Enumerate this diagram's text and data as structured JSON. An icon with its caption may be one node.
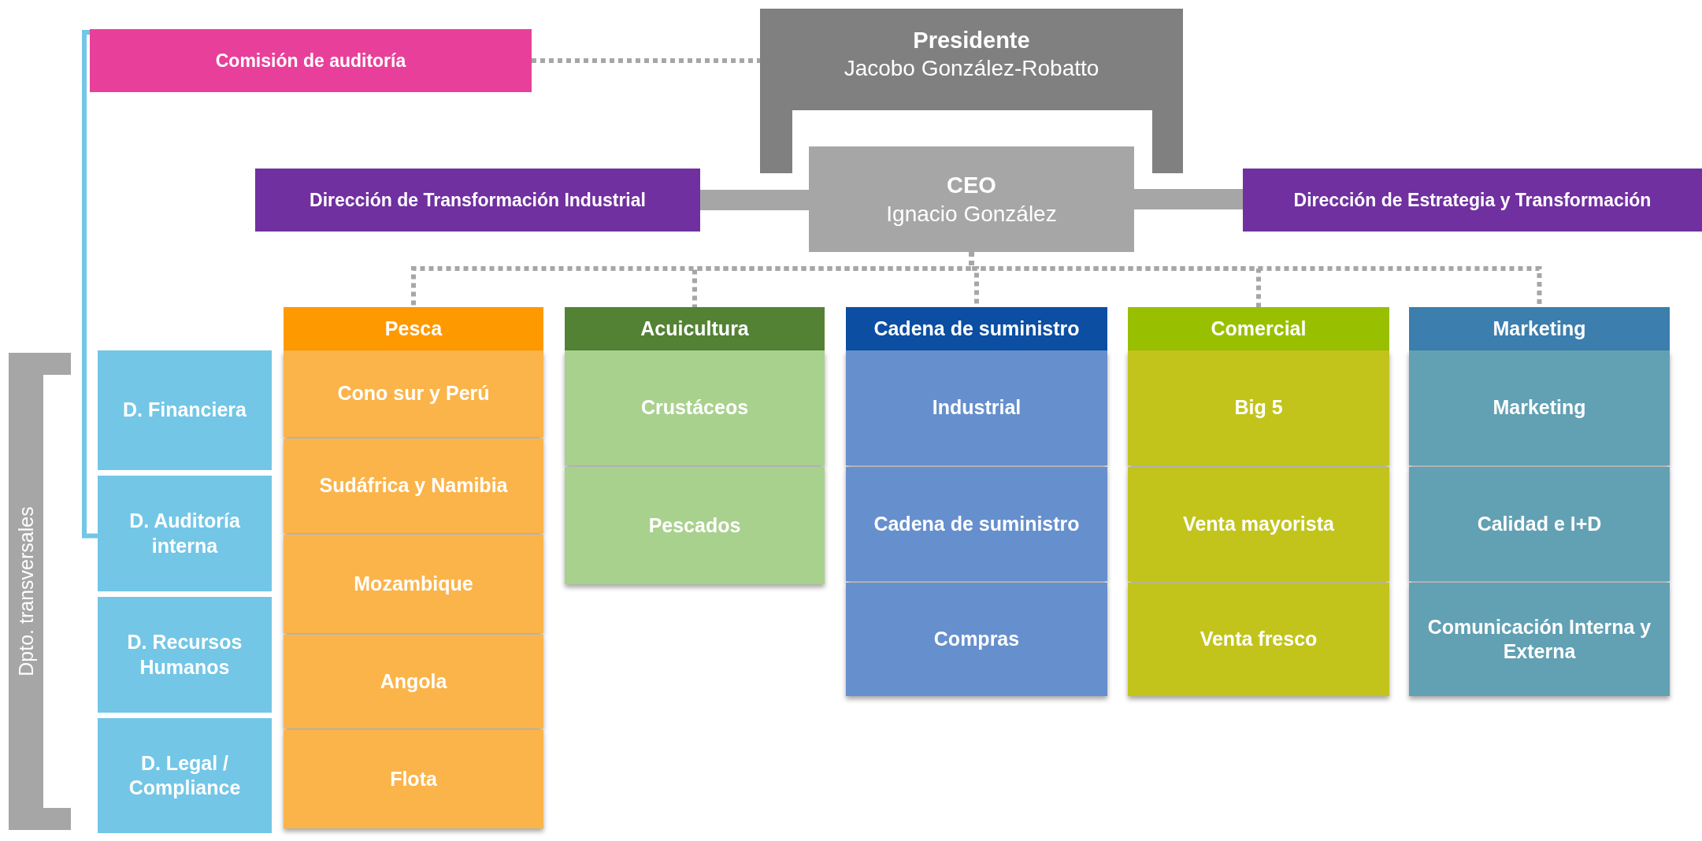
{
  "diagram": {
    "nodes": [
      {
        "text": [
          "Comisión de auditoría"
        ]
      },
      {
        "text": [
          "Presidente",
          "Jacobo González-Robatto"
        ]
      },
      {
        "text": [
          "Dirección de Transformación Industrial"
        ]
      },
      {
        "text": [
          "CEO",
          "Ignacio González"
        ]
      },
      {
        "text": [
          "Dirección de Estrategia y Transformación"
        ]
      },
      {
        "text": [
          "Pesca"
        ]
      },
      {
        "text": [
          "Acuicultura"
        ]
      },
      {
        "text": [
          "Cadena de suministro"
        ]
      },
      {
        "text": [
          "Comercial"
        ]
      },
      {
        "text": [
          "Marketing"
        ]
      },
      {
        "text": [
          "D. Financiera"
        ]
      },
      {
        "text": [
          "D. Auditoría interna"
        ]
      },
      {
        "text": [
          "D. Recursos Humanos"
        ]
      },
      {
        "text": [
          "D. Legal / Compliance"
        ]
      },
      {
        "text": [
          "Cono sur y Perú"
        ]
      },
      {
        "text": [
          "Sudáfrica y Namibia"
        ]
      },
      {
        "text": [
          "Mozambique"
        ]
      },
      {
        "text": [
          "Angola"
        ]
      },
      {
        "text": [
          "Flota"
        ]
      },
      {
        "text": [
          "Crustáceos"
        ]
      },
      {
        "text": [
          "Pescados"
        ]
      },
      {
        "text": [
          "Industrial"
        ]
      },
      {
        "text": [
          "Cadena de suministro"
        ]
      },
      {
        "text": [
          "Compras"
        ]
      },
      {
        "text": [
          "Big 5"
        ]
      },
      {
        "text": [
          "Venta mayorista"
        ]
      },
      {
        "text": [
          "Venta fresco"
        ]
      },
      {
        "text": [
          "Marketing"
        ]
      },
      {
        "text": [
          "Calidad e I+D"
        ]
      },
      {
        "text": [
          "Comunicación Interna y Externa"
        ]
      }
    ],
    "edges": [
      {
        "from": 0,
        "to": 1,
        "arrow": "none",
        "style": "dashed"
      },
      {
        "from": 0,
        "to": 11,
        "arrow": "none",
        "color": "#73c6e6"
      },
      {
        "from": 3,
        "to": 2,
        "arrow": "none",
        "style": "thick"
      },
      {
        "from": 3,
        "to": 4,
        "arrow": "none",
        "style": "thick"
      },
      {
        "from": 3,
        "to": 5,
        "arrow": "none",
        "style": "dashed"
      },
      {
        "from": 3,
        "to": 6,
        "arrow": "none",
        "style": "dashed"
      },
      {
        "from": 3,
        "to": 7,
        "arrow": "none",
        "style": "dashed"
      },
      {
        "from": 3,
        "to": 8,
        "arrow": "none",
        "style": "dashed"
      },
      {
        "from": 3,
        "to": 9,
        "arrow": "none",
        "style": "dashed"
      }
    ],
    "labels": [
      "Dpto. transversales"
    ]
  }
}
